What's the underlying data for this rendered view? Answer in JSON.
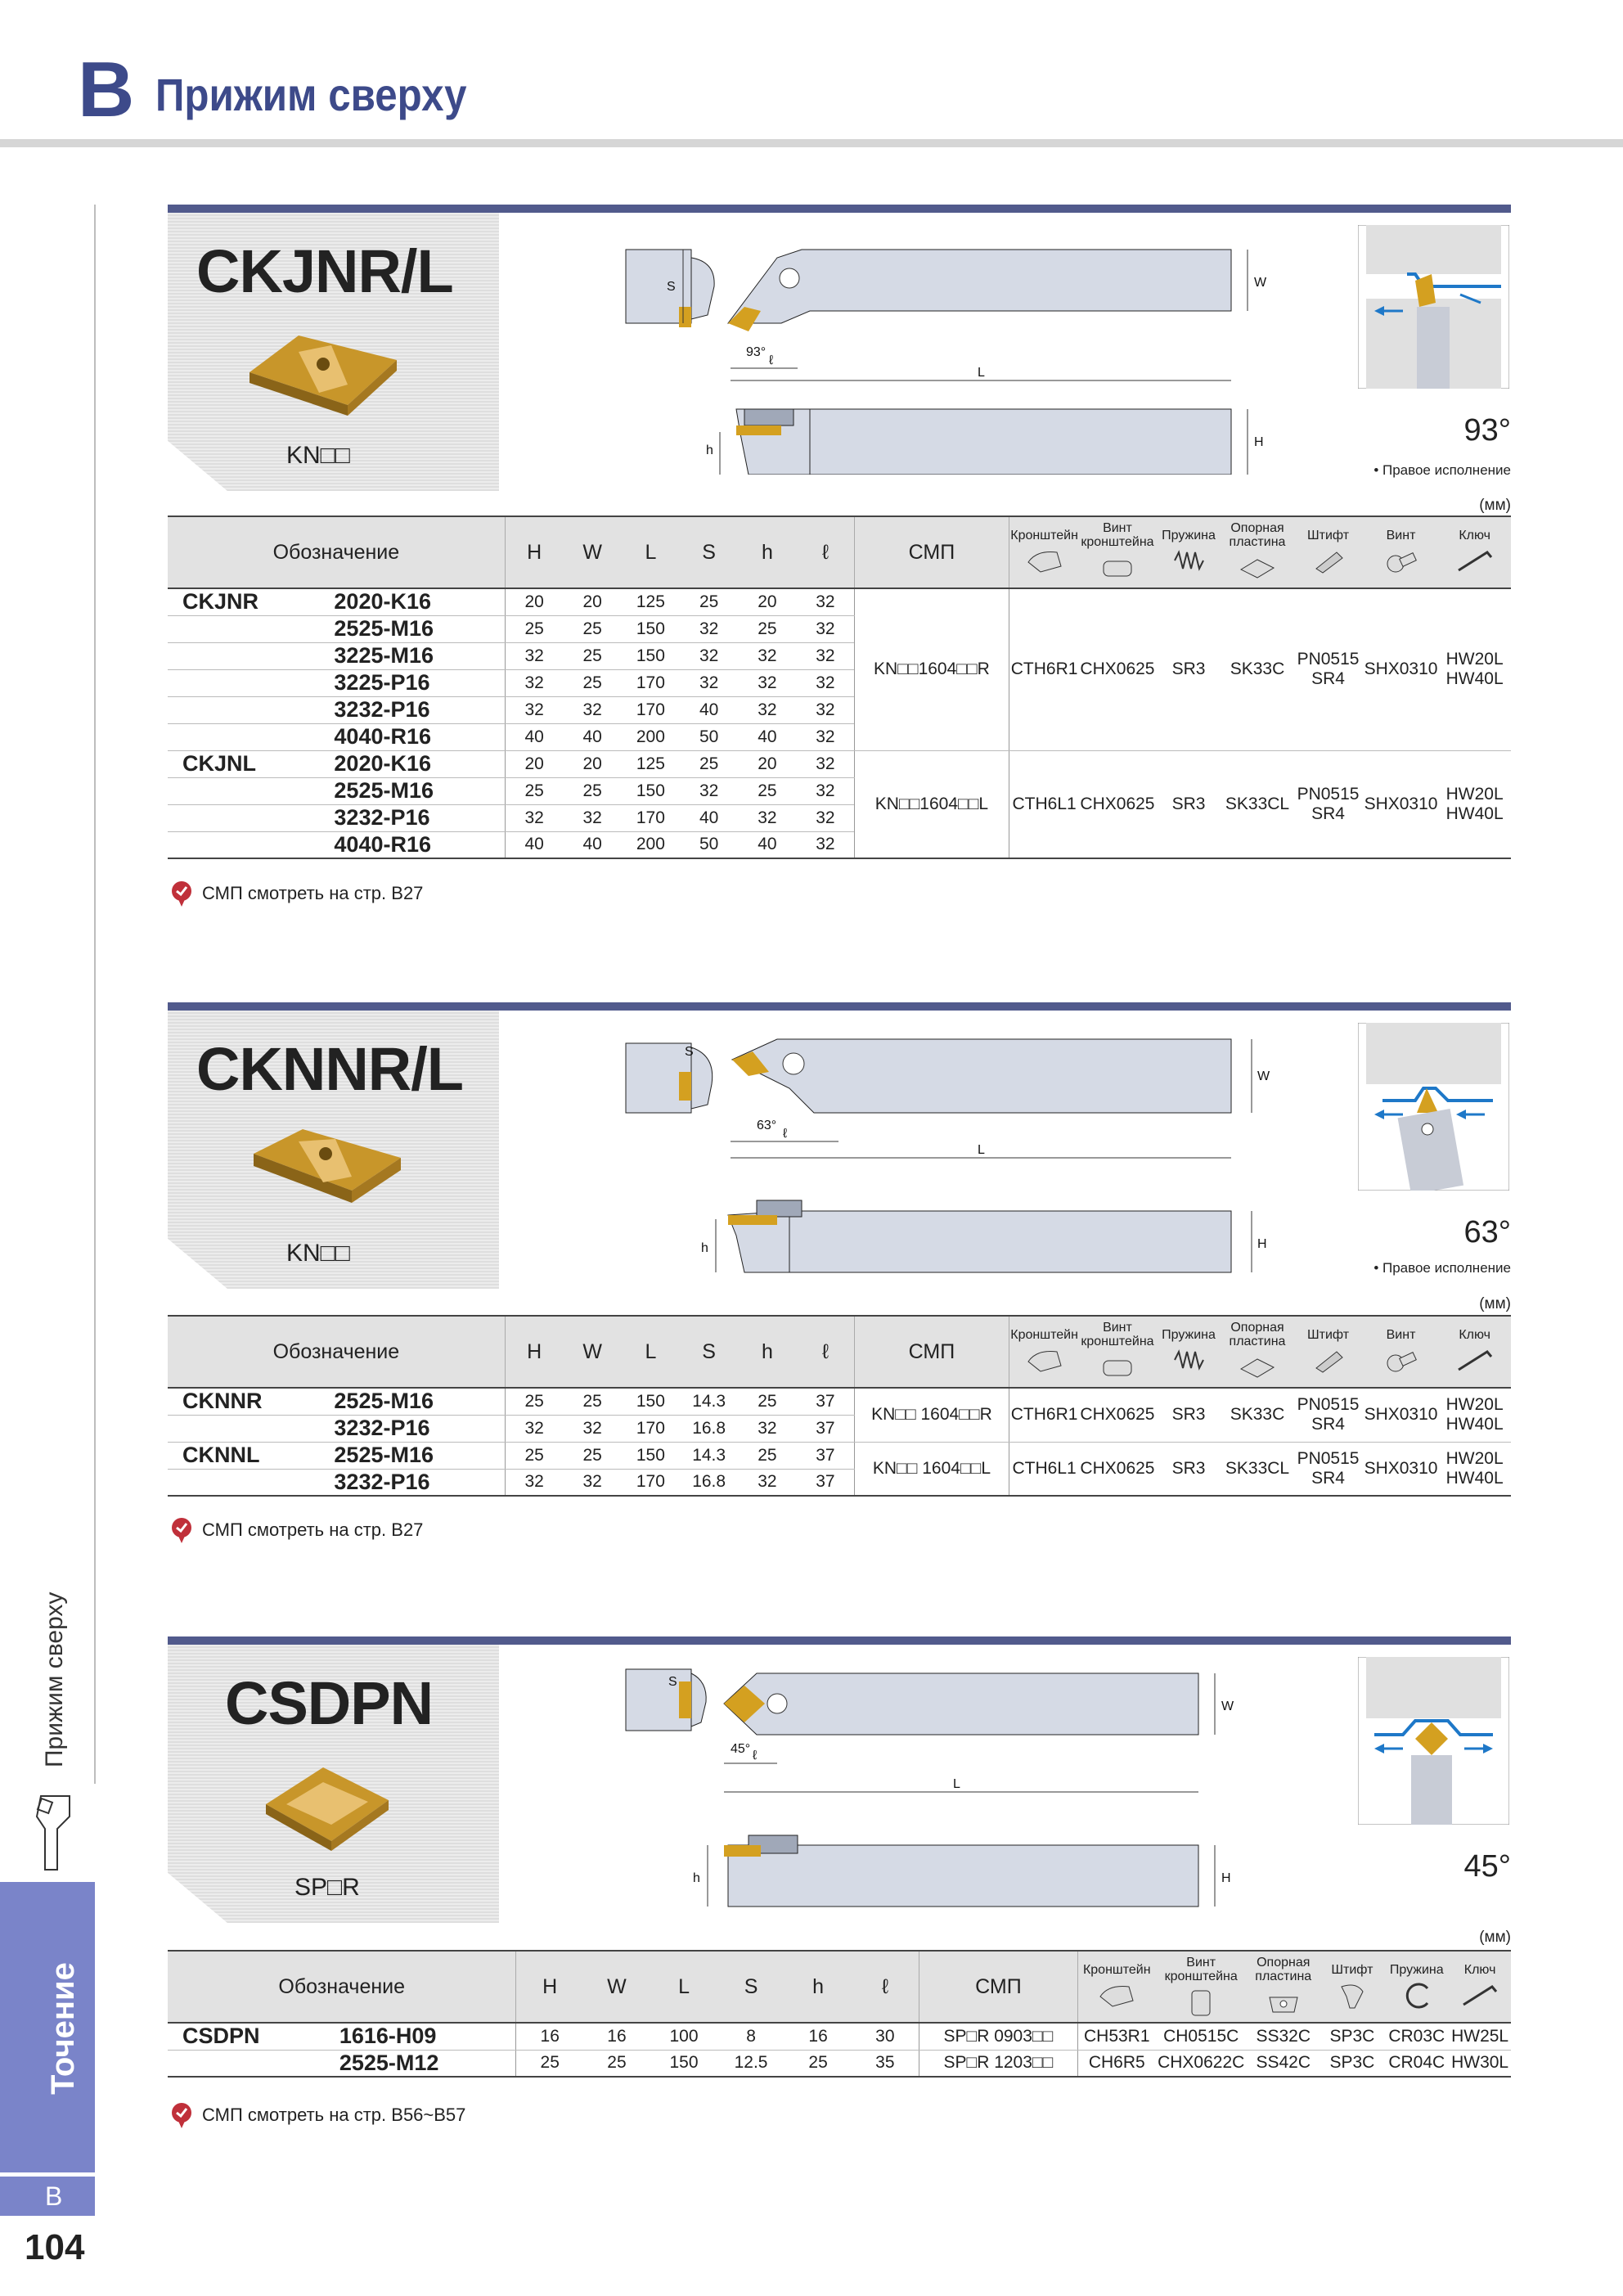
{
  "header": {
    "letter": "B",
    "title": "Прижим сверху"
  },
  "sidebar": {
    "vertical_text": "Прижим сверху",
    "tab_label": "Точение",
    "letter": "B",
    "page_number": "104"
  },
  "common": {
    "designation": "Обозначение",
    "smp": "СМП",
    "units": "(мм)",
    "right_hand": "• Правое исполнение",
    "dim_headers": [
      "H",
      "W",
      "L",
      "S",
      "h",
      "ℓ"
    ],
    "drawing_labels": {
      "S": "S",
      "W": "W",
      "L": "L",
      "l": "ℓ",
      "h": "h",
      "H": "H"
    }
  },
  "sections": [
    {
      "name": "CKJNR/L",
      "insert": "KN□□",
      "angle": "93°",
      "drawing_angle": "93°",
      "component_headers": [
        "Кронштейн",
        "Винт кронштейна",
        "Пружина",
        "Опорная пластина",
        "Штифт",
        "Винт",
        "Ключ"
      ],
      "families": [
        {
          "name": "CKJNR",
          "rows": [
            {
              "code": "2020-K16",
              "H": "20",
              "W": "20",
              "L": "125",
              "S": "25",
              "h": "20",
              "l": "32"
            },
            {
              "code": "2525-M16",
              "H": "25",
              "W": "25",
              "L": "150",
              "S": "32",
              "h": "25",
              "l": "32"
            },
            {
              "code": "3225-M16",
              "H": "32",
              "W": "25",
              "L": "150",
              "S": "32",
              "h": "32",
              "l": "32"
            },
            {
              "code": "3225-P16",
              "H": "32",
              "W": "25",
              "L": "170",
              "S": "32",
              "h": "32",
              "l": "32"
            },
            {
              "code": "3232-P16",
              "H": "32",
              "W": "32",
              "L": "170",
              "S": "40",
              "h": "32",
              "l": "32"
            },
            {
              "code": "4040-R16",
              "H": "40",
              "W": "40",
              "L": "200",
              "S": "50",
              "h": "40",
              "l": "32"
            }
          ],
          "smp": "KN□□1604□□R",
          "components": [
            "CTH6R1",
            "CHX0625",
            "SR3",
            "SK33C",
            "PN0515\nSR4",
            "SHX0310",
            "HW20L\nHW40L"
          ]
        },
        {
          "name": "CKJNL",
          "rows": [
            {
              "code": "2020-K16",
              "H": "20",
              "W": "20",
              "L": "125",
              "S": "25",
              "h": "20",
              "l": "32"
            },
            {
              "code": "2525-M16",
              "H": "25",
              "W": "25",
              "L": "150",
              "S": "32",
              "h": "25",
              "l": "32"
            },
            {
              "code": "3232-P16",
              "H": "32",
              "W": "32",
              "L": "170",
              "S": "40",
              "h": "32",
              "l": "32"
            },
            {
              "code": "4040-R16",
              "H": "40",
              "W": "40",
              "L": "200",
              "S": "50",
              "h": "40",
              "l": "32"
            }
          ],
          "smp": "KN□□1604□□L",
          "components": [
            "CTH6L1",
            "CHX0625",
            "SR3",
            "SK33CL",
            "PN0515\nSR4",
            "SHX0310",
            "HW20L\nHW40L"
          ]
        }
      ],
      "reference": "СМП смотреть на стр.  B27"
    },
    {
      "name": "CKNNR/L",
      "insert": "KN□□",
      "angle": "63°",
      "drawing_angle": "63°",
      "component_headers": [
        "Кронштейн",
        "Винт кронштейна",
        "Пружина",
        "Опорная пластина",
        "Штифт",
        "Винт",
        "Ключ"
      ],
      "families": [
        {
          "name": "CKNNR",
          "rows": [
            {
              "code": "2525-M16",
              "H": "25",
              "W": "25",
              "L": "150",
              "S": "14.3",
              "h": "25",
              "l": "37"
            },
            {
              "code": "3232-P16",
              "H": "32",
              "W": "32",
              "L": "170",
              "S": "16.8",
              "h": "32",
              "l": "37"
            }
          ],
          "smp": "KN□□ 1604□□R",
          "components": [
            "CTH6R1",
            "CHX0625",
            "SR3",
            "SK33C",
            "PN0515\nSR4",
            "SHX0310",
            "HW20L\nHW40L"
          ]
        },
        {
          "name": "CKNNL",
          "rows": [
            {
              "code": "2525-M16",
              "H": "25",
              "W": "25",
              "L": "150",
              "S": "14.3",
              "h": "25",
              "l": "37"
            },
            {
              "code": "3232-P16",
              "H": "32",
              "W": "32",
              "L": "170",
              "S": "16.8",
              "h": "32",
              "l": "37"
            }
          ],
          "smp": "KN□□ 1604□□L",
          "components": [
            "CTH6L1",
            "CHX0625",
            "SR3",
            "SK33CL",
            "PN0515\nSR4",
            "SHX0310",
            "HW20L\nHW40L"
          ]
        }
      ],
      "reference": "СМП смотреть на стр.  B27"
    },
    {
      "name": "CSDPN",
      "insert": "SP□R",
      "angle": "45°",
      "drawing_angle": "45°",
      "component_headers": [
        "Кронштейн",
        "Винт кронштейна",
        "Опорная пластина",
        "Штифт",
        "Пружина",
        "Ключ"
      ],
      "families": [
        {
          "name": "CSDPN",
          "rows": [
            {
              "code": "1616-H09",
              "H": "16",
              "W": "16",
              "L": "100",
              "S": "8",
              "h": "16",
              "l": "30",
              "smp": "SP□R 0903□□",
              "components": [
                "CH53R1",
                "CH0515C",
                "SS32C",
                "SP3C",
                "CR03C",
                "HW25L"
              ]
            },
            {
              "code": "2525-M12",
              "H": "25",
              "W": "25",
              "L": "150",
              "S": "12.5",
              "h": "25",
              "l": "35",
              "smp": "SP□R 1203□□",
              "components": [
                "CH6R5",
                "CHX0622C",
                "SS42C",
                "SP3C",
                "CR04C",
                "HW30L"
              ]
            }
          ]
        }
      ],
      "reference": "СМП смотреть на стр.  B56~B57"
    }
  ]
}
